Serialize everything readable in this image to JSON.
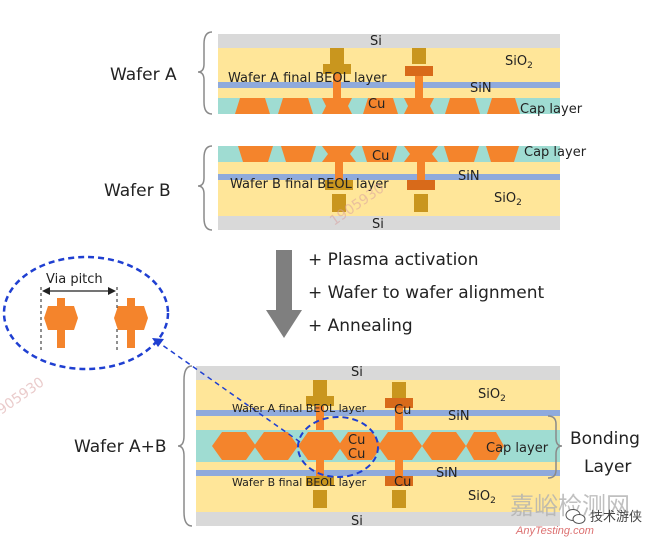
{
  "labels": {
    "wafer_a": "Wafer A",
    "wafer_b": "Wafer B",
    "wafer_ab": "Wafer A+B",
    "si": "Si",
    "sio2": "SiO",
    "sio2_sub": "2",
    "sin": "SiN",
    "cu": "Cu",
    "cap_layer": "Cap layer",
    "wafer_a_beol": "Wafer A final BEOL layer",
    "wafer_b_beol": "Wafer B final BEOL layer",
    "bonding_line1": "Bonding",
    "bonding_line2": "Layer",
    "via_pitch": "Via pitch"
  },
  "process_steps": [
    "+ Plasma activation",
    "+ Wafer to wafer alignment",
    "+ Annealing"
  ],
  "watermarks": {
    "number": "1905930",
    "cn_logo": "嘉峪检测网",
    "en_logo": "AnyTesting.com",
    "wechat": "技术游侠"
  },
  "colors": {
    "si": "#d9d9d9",
    "oxide": "#ffe699",
    "sin": "#8faadc",
    "cap": "#9fdcd2",
    "cu": "#f4842c",
    "via": "#c9961e",
    "brace": "#8a8a8a",
    "arrow": "#7f7f7f",
    "pitch_ellipse": "#1f3fd1",
    "text": "#222222"
  }
}
